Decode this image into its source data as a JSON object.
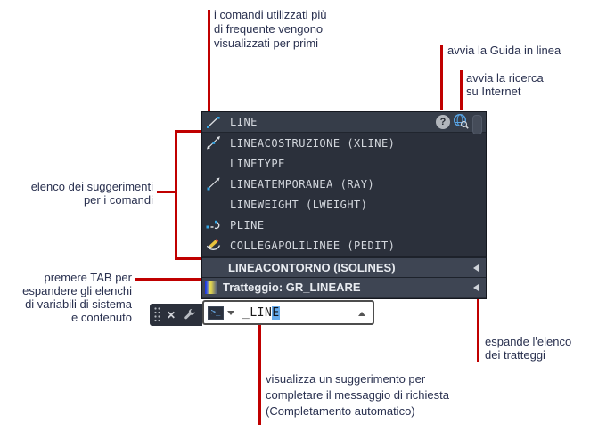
{
  "accent_color": "#c00000",
  "annotations": {
    "frequent_commands": {
      "lines": [
        "i comandi utilizzati più",
        "di frequente vengono",
        "visualizzati per primi"
      ]
    },
    "online_help": {
      "lines": [
        "avvia la Guida in linea"
      ]
    },
    "internet_search": {
      "lines": [
        "avvia la ricerca",
        "su Internet"
      ]
    },
    "suggestion_list": {
      "lines": [
        "elenco dei suggerimenti",
        "per i comandi"
      ]
    },
    "press_tab": {
      "lines": [
        "premere TAB per",
        "espandere gli elenchi",
        "di variabili di sistema",
        "e contenuto"
      ]
    },
    "autocomplete": {
      "lines": [
        "visualizza un suggerimento per",
        "completare il messaggio di richiesta",
        "(Completamento automatico)"
      ]
    },
    "expand_hatches": {
      "lines": [
        "espande l'elenco",
        "dei tratteggi"
      ]
    }
  },
  "suggestion_panel": {
    "colors": {
      "row_bg": "#2b303b",
      "selected_row_bg": "#363d49",
      "section_row_bg": "#3e4553",
      "text": "#d4d8de"
    },
    "help_glyph": "?",
    "commands": [
      {
        "label": "LINE",
        "icon": "line-icon"
      },
      {
        "label": "LINEACOSTRUZIONE (XLINE)",
        "icon": "construction-line-icon"
      },
      {
        "label": "LINETYPE",
        "icon": ""
      },
      {
        "label": "LINEATEMPORANEA (RAY)",
        "icon": "ray-icon"
      },
      {
        "label": "LINEWEIGHT (LWEIGHT)",
        "icon": ""
      },
      {
        "label": "PLINE",
        "icon": "polyline-icon"
      },
      {
        "label": "COLLEGAPOLILINEE (PEDIT)",
        "icon": "edit-polyline-icon"
      }
    ],
    "system_variable_row": {
      "label": "LINEACONTORNO (ISOLINES)"
    },
    "hatch_row": {
      "label": "Tratteggio: GR_LINEARE",
      "icon": "gradient-hatch-icon"
    }
  },
  "command_line": {
    "prompt_glyph": ">_",
    "close_glyph": "✕",
    "typed_text": "_LIN",
    "suggested_text": "E"
  }
}
